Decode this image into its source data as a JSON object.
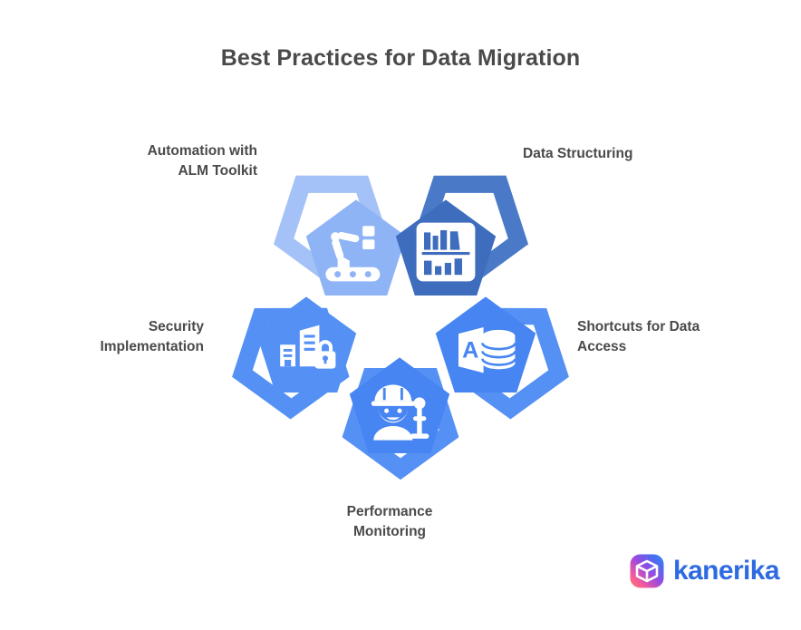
{
  "title": "Best Practices for Data Migration",
  "theme": {
    "background": "#ffffff",
    "title_color": "#4a4a4a",
    "label_color": "#4a4a4a",
    "blue_light": "#a4c2f7",
    "blue_light_fill": "#8fb4f5",
    "blue_dark": "#4a7ac7",
    "blue_dark_fill": "#3e6dbd",
    "blue_accent": "#5590f5",
    "logo_blue": "#2f6be0"
  },
  "nodes": [
    {
      "id": "automation",
      "label": "Automation with\nALM Toolkit",
      "icon": "robot-arm-icon",
      "outline_color": "#a4c2f7",
      "fill_color": "#8fb4f5"
    },
    {
      "id": "data-structuring",
      "label": "Data Structuring",
      "icon": "bookshelf-archive-icon",
      "outline_color": "#4a7ac7",
      "fill_color": "#3e6dbd"
    },
    {
      "id": "security",
      "label": "Security\nImplementation",
      "icon": "buildings-lock-icon",
      "outline_color": "#5590f5",
      "fill_color": "#5590f5"
    },
    {
      "id": "shortcuts",
      "label": "Shortcuts for Data\nAccess",
      "icon": "access-database-icon",
      "outline_color": "#5590f5",
      "fill_color": "#4785f2"
    },
    {
      "id": "performance",
      "label": "Performance\nMonitoring",
      "icon": "worker-hardhat-icon",
      "outline_color": "#5590f5",
      "fill_color": "#4785f2"
    }
  ],
  "logo": {
    "name": "kanerika",
    "wordmark": "kanerika",
    "mark": "cube-logo-icon"
  }
}
